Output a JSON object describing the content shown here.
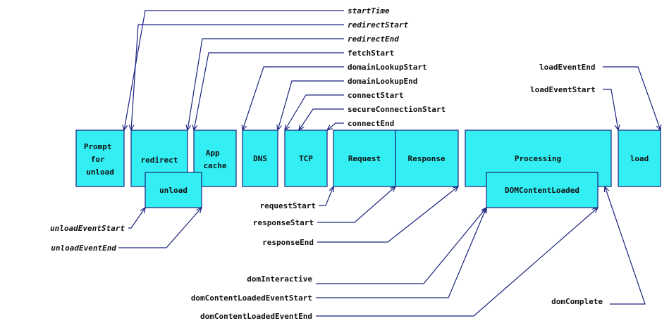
{
  "stages": {
    "prompt_for_unload": [
      "Prompt",
      "for",
      "unload"
    ],
    "redirect": "redirect",
    "unload": "unload",
    "app_cache": [
      "App",
      "cache"
    ],
    "dns": "DNS",
    "tcp": "TCP",
    "request": "Request",
    "response": "Response",
    "processing": "Processing",
    "dom_content_loaded": "DOMContentLoaded",
    "load": "load"
  },
  "events": {
    "start_time": "startTime",
    "redirect_start": "redirectStart",
    "redirect_end": "redirectEnd",
    "fetch_start": "fetchStart",
    "domain_lookup_start": "domainLookupStart",
    "domain_lookup_end": "domainLookupEnd",
    "connect_start": "connectStart",
    "secure_connection_start": "secureConnectionStart",
    "connect_end": "connectEnd",
    "load_event_end": "loadEventEnd",
    "load_event_start": "loadEventStart",
    "unload_event_start": "unloadEventStart",
    "unload_event_end": "unloadEventEnd",
    "request_start": "requestStart",
    "response_start": "responseStart",
    "response_end": "responseEnd",
    "dom_interactive": "domInteractive",
    "dom_content_loaded_event_start": "domContentLoadedEventStart",
    "dom_content_loaded_event_end": "domContentLoadedEventEnd",
    "dom_complete": "domComplete"
  }
}
